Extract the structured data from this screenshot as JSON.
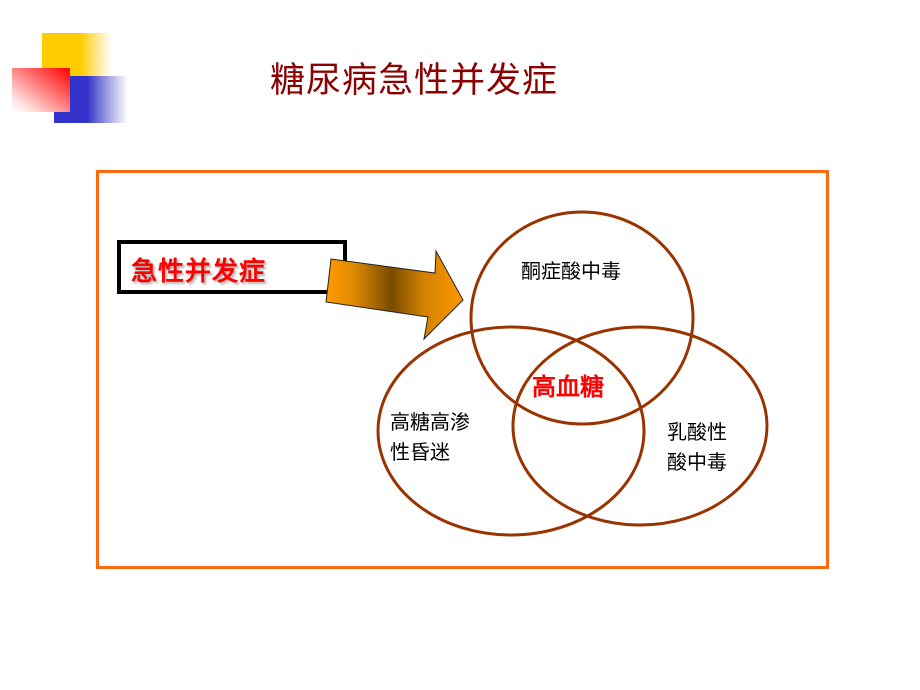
{
  "slide": {
    "title": "糖尿病急性并发症",
    "title_color": "#8b0000",
    "frame_color": "#ff6a10"
  },
  "diagram": {
    "label": "急性并发症",
    "label_color": "#ff0000",
    "arrow": {
      "fill_start": "#ff9900",
      "fill_mid": "#7a4a00",
      "direction": "right"
    },
    "circle_stroke": "#993300",
    "circles": [
      {
        "id": "top",
        "line1": "酮症酸中毒"
      },
      {
        "id": "left",
        "line1": "高糖高渗",
        "line2": "性昏迷"
      },
      {
        "id": "right",
        "line1": "乳酸性",
        "line2": "酸中毒"
      }
    ],
    "center": {
      "label": "高血糖",
      "color": "#ff0000"
    }
  }
}
